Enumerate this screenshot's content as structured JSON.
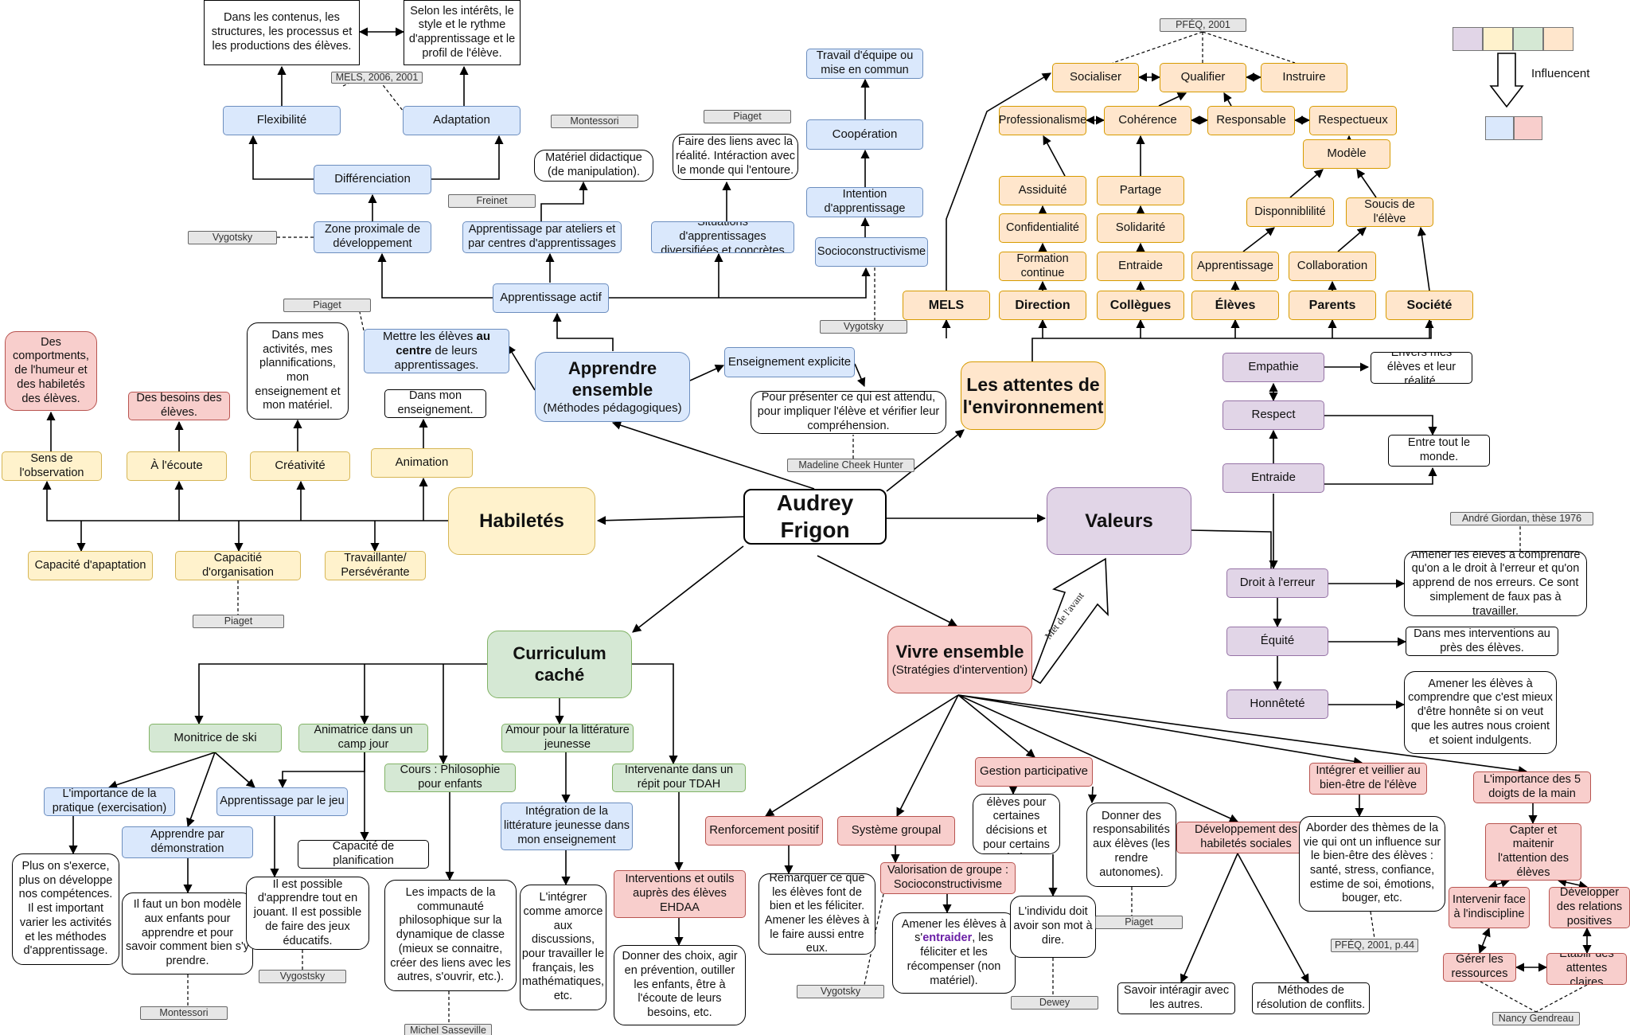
{
  "diagram": {
    "diagonal_label": "Met de l'avant",
    "legend": {
      "label": "Influencent",
      "top_colors": [
        "#e1d5e7",
        "#fff2cc",
        "#d5e8d4",
        "#ffe6cc"
      ],
      "bottom_colors": [
        "#dae8fc",
        "#f8cecc"
      ]
    },
    "nodes": [
      {
        "id": "center",
        "text": "Audrey Frigon"
      },
      {
        "id": "hab",
        "text": "Habiletés"
      },
      {
        "id": "val",
        "text": "Valeurs"
      },
      {
        "id": "app",
        "text": "Apprendre ensemble",
        "sub": "(Méthodes pédagogiques)"
      },
      {
        "id": "att",
        "text": "Les attentes de l'environnement"
      },
      {
        "id": "cur",
        "text": "Curriculum caché"
      },
      {
        "id": "viv",
        "text": "Vivre ensemble",
        "sub": "(Stratégies d'intervention)"
      },
      {
        "id": "l_dans",
        "text": "Dans les contenus, les structures, les processus et les productions des élèves."
      },
      {
        "id": "l_selon",
        "text": "Selon les intérêts, le style et le rythme d'apprentissage et le profil de l'élève."
      },
      {
        "id": "r_mels06",
        "text": "MELS, 2006, 2001"
      },
      {
        "id": "flex",
        "text": "Flexibilité"
      },
      {
        "id": "adapt",
        "text": "Adaptation"
      },
      {
        "id": "diff",
        "text": "Différenciation"
      },
      {
        "id": "r_vyg1",
        "text": "Vygotsky"
      },
      {
        "id": "zpd",
        "text": "Zone proximale de développement"
      },
      {
        "id": "r_mont1",
        "text": "Montessori"
      },
      {
        "id": "mat",
        "text": "Matériel didactique (de manipulation)."
      },
      {
        "id": "r_freinet",
        "text": "Freinet"
      },
      {
        "id": "ateliers",
        "text": "Apprentissage par ateliers et par centres d'apprentissages"
      },
      {
        "id": "r_piaget1",
        "text": "Piaget"
      },
      {
        "id": "liens",
        "text": "Faire des liens avec la réalité. Intéraction avec le monde qui l'entoure."
      },
      {
        "id": "situations",
        "text": "Situations d'apprentissages diversifiées et concrètes"
      },
      {
        "id": "travail",
        "text": "Travail d'équipe ou mise en commun"
      },
      {
        "id": "coop",
        "text": "Coopération"
      },
      {
        "id": "intention",
        "text": "Intention d'apprentissage"
      },
      {
        "id": "socio",
        "text": "Socioconstructivisme"
      },
      {
        "id": "r_vyg2",
        "text": "Vygotsky"
      },
      {
        "id": "actif",
        "text": "Apprentissage actif"
      },
      {
        "id": "r_piaget2",
        "text": "Piaget"
      },
      {
        "id": "centre",
        "text": "Mettre les élèves au centre de leurs apprentissages.",
        "bold_word": "au centre"
      },
      {
        "id": "ensexp",
        "text": "Enseignement explicite"
      },
      {
        "id": "pour_pres",
        "text": "Pour présenter ce qui est attendu, pour impliquer l'élève et vérifier leur compréhension."
      },
      {
        "id": "r_madeline",
        "text": "Madeline Cheek Hunter"
      },
      {
        "id": "y_comport",
        "text": "Des comportments, de l'humeur et des habiletés des élèves."
      },
      {
        "id": "y_besoins",
        "text": "Des besoins des élèves."
      },
      {
        "id": "y_dansmes",
        "text": "Dans mes activités, mes plannifications, mon enseignement et mon matériel."
      },
      {
        "id": "y_dansmon",
        "text": "Dans mon enseignement."
      },
      {
        "id": "sens",
        "text": "Sens de l'observation"
      },
      {
        "id": "ecoute",
        "text": "À l'écoute"
      },
      {
        "id": "creat",
        "text": "Créativité"
      },
      {
        "id": "anim",
        "text": "Animation"
      },
      {
        "id": "capadapt",
        "text": "Capacité d'apaptation"
      },
      {
        "id": "caporg",
        "text": "Capacitié d'organisation"
      },
      {
        "id": "trav",
        "text": "Travaillante/ Persévérante"
      },
      {
        "id": "r_piaget3",
        "text": "Piaget"
      },
      {
        "id": "r_pfeq",
        "text": "PFÉQ, 2001"
      },
      {
        "id": "socialiser",
        "text": "Socialiser"
      },
      {
        "id": "qualifier",
        "text": "Qualifier"
      },
      {
        "id": "instruire",
        "text": "Instruire"
      },
      {
        "id": "prof",
        "text": "Professionalisme"
      },
      {
        "id": "coh",
        "text": "Cohérence"
      },
      {
        "id": "resp",
        "text": "Responsable"
      },
      {
        "id": "respec",
        "text": "Respectueux"
      },
      {
        "id": "modele",
        "text": "Modèle"
      },
      {
        "id": "assid",
        "text": "Assiduité"
      },
      {
        "id": "partage",
        "text": "Partage"
      },
      {
        "id": "dispo",
        "text": "Disponniblilité"
      },
      {
        "id": "soucis",
        "text": "Soucis de l'élève"
      },
      {
        "id": "confid",
        "text": "Confidentialité"
      },
      {
        "id": "solid",
        "text": "Solidarité"
      },
      {
        "id": "formation",
        "text": "Formation continue"
      },
      {
        "id": "entraide_o",
        "text": "Entraide"
      },
      {
        "id": "apprent",
        "text": "Apprentissage"
      },
      {
        "id": "collab",
        "text": "Collaboration"
      },
      {
        "id": "mels",
        "text": "MELS"
      },
      {
        "id": "direction",
        "text": "Direction"
      },
      {
        "id": "collegues",
        "text": "Collègues"
      },
      {
        "id": "eleves",
        "text": "Élèves"
      },
      {
        "id": "parents",
        "text": "Parents"
      },
      {
        "id": "societe",
        "text": "Société"
      },
      {
        "id": "empathie",
        "text": "Empathie"
      },
      {
        "id": "envers",
        "text": "Envers mes élèves et leur réalité."
      },
      {
        "id": "respect",
        "text": "Respect"
      },
      {
        "id": "entre",
        "text": "Entre tout le monde."
      },
      {
        "id": "entraide",
        "text": "Entraide"
      },
      {
        "id": "r_giordan",
        "text": "André Giordan, thèse 1976"
      },
      {
        "id": "droit",
        "text": "Droit à l'erreur"
      },
      {
        "id": "amener1",
        "text": "Amener les élèves à comprendre qu'on a le droit à l'erreur et qu'on apprend de nos erreurs. Ce sont simplement de faux pas à travailler."
      },
      {
        "id": "equite",
        "text": "Équité"
      },
      {
        "id": "dansmes_int",
        "text": "Dans mes interventions au près des élèves."
      },
      {
        "id": "honn",
        "text": "Honnêteté"
      },
      {
        "id": "amener2",
        "text": "Amener les élèves à comprendre que c'est mieux d'être honnête si on veut que les autres nous croient et soient indulgents."
      },
      {
        "id": "ski",
        "text": "Monitrice de ski"
      },
      {
        "id": "camp",
        "text": "Animatrice dans un camp jour"
      },
      {
        "id": "cours",
        "text": "Cours : Philosophie pour enfants"
      },
      {
        "id": "amour",
        "text": "Amour pour la littérature jeunesse"
      },
      {
        "id": "interv",
        "text": "Intervenante dans un répit pour TDAH"
      },
      {
        "id": "importance",
        "text": "L'importance de la pratique (exercisation)"
      },
      {
        "id": "jeu",
        "text": "Apprentissage par le jeu"
      },
      {
        "id": "demo",
        "text": "Apprendre par démonstration"
      },
      {
        "id": "capplan",
        "text": "Capacité de planification"
      },
      {
        "id": "integ_lit",
        "text": "Intégration de la littérature jeunesse dans mon enseignement"
      },
      {
        "id": "interv_outils",
        "text": "Interventions et outils auprès des élèves EHDAA"
      },
      {
        "id": "plus",
        "text": "Plus on s'exerce, plus on développe nos compétences. Il est important varier les activités et les méthodes d'apprentissage."
      },
      {
        "id": "faut",
        "text": "Il faut un bon modèle aux enfants pour apprendre et pour savoir comment bien s'y prendre."
      },
      {
        "id": "possible",
        "text": "Il est possible d'apprendre tout en jouant. Il est possible de faire des jeux éducatifs."
      },
      {
        "id": "impacts",
        "text": "Les impacts de la communauté philosophique sur la dynamique de classe (mieux se connaitre, créer des liens avec les autres, s'ouvrir, etc.)."
      },
      {
        "id": "integrer_txt",
        "text": "L'intégrer comme amorce aux discussions, pour travailler le français, les mathématiques, etc."
      },
      {
        "id": "donner_choix",
        "text": "Donner des choix, agir en prévention, outiller les enfants, être à l'écoute de leurs besoins, etc."
      },
      {
        "id": "r_mont2",
        "text": "Montessori"
      },
      {
        "id": "r_vyg3",
        "text": "Vygostsky"
      },
      {
        "id": "r_sasseville",
        "text": "Michel Sasseville"
      },
      {
        "id": "renf",
        "text": "Renforcement positif"
      },
      {
        "id": "sysgroup",
        "text": "Système groupal"
      },
      {
        "id": "gestion",
        "text": "Gestion participative"
      },
      {
        "id": "devsoc",
        "text": "Développement des habiletés sociales"
      },
      {
        "id": "integrer",
        "text": "Intégrer et veillier au bien-être de l'élève"
      },
      {
        "id": "imp5",
        "text": "L'importance des 5 doigts de la main"
      },
      {
        "id": "remarquer",
        "text": "Remarquer ce que les élèves font de bien et les féliciter. Amener les élèves à le faire aussi entre eux."
      },
      {
        "id": "valor",
        "text": "Valorisation de groupe : Socioconstructivisme"
      },
      {
        "id": "amener3",
        "text": "Amener les élèves à s'entraider, les féliciter et les récompenser (non matériel).",
        "em_word": "entraider"
      },
      {
        "id": "integrer_el",
        "text": "Intégrer les élèves pour certaines décisions et pour certains choix."
      },
      {
        "id": "donner_resp",
        "text": "Donner des responsabilités aux élèves (les rendre autonomes)."
      },
      {
        "id": "individu",
        "text": "L'individu doit avoir son mot à dire."
      },
      {
        "id": "savoir",
        "text": "Savoir intéragir avec les autres."
      },
      {
        "id": "methodes",
        "text": "Méthodes de résolution de conflits."
      },
      {
        "id": "aborder",
        "text": "Aborder des thèmes de la vie qui ont un influence sur le bien-être des élèves : santé, stress, confiance, estime de soi, émotions, bouger, etc."
      },
      {
        "id": "capter",
        "text": "Capter et maitenir l'attention des élèves"
      },
      {
        "id": "intervenir",
        "text": "Intervenir face à l'indiscipline"
      },
      {
        "id": "developper",
        "text": "Développer des relations positives"
      },
      {
        "id": "gerer",
        "text": "Gérer les ressources"
      },
      {
        "id": "etablir",
        "text": "Établir des attentes claires"
      },
      {
        "id": "r_vyg4",
        "text": "Vygotsky"
      },
      {
        "id": "r_dewey",
        "text": "Dewey"
      },
      {
        "id": "r_piaget4",
        "text": "Piaget"
      },
      {
        "id": "r_pfeq2",
        "text": "PFÉQ, 2001, p.44"
      },
      {
        "id": "r_nancy",
        "text": "Nancy Gendreau"
      }
    ]
  }
}
